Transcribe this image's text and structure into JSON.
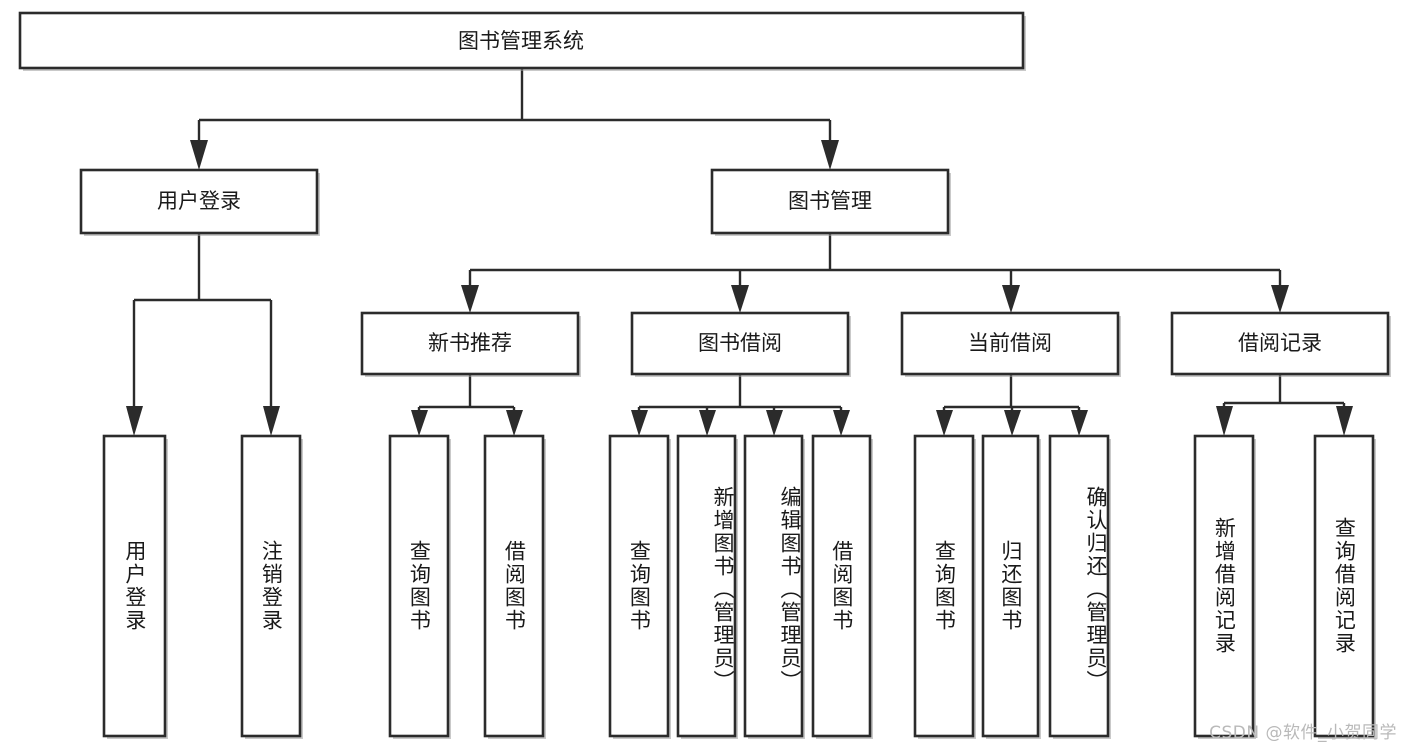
{
  "diagram": {
    "type": "tree-hierarchy",
    "title": "图书管理系统",
    "watermark": "CSDN @软件_小贺同学",
    "colors": {
      "box_stroke": "#2b2b2b",
      "box_fill": "#ffffff",
      "text": "#1a1a1a",
      "watermark": "#b9b9b9",
      "background": "#ffffff"
    },
    "root": {
      "id": "root",
      "label": "图书管理系统"
    },
    "level2": [
      {
        "id": "user-login",
        "label": "用户登录"
      },
      {
        "id": "book-management",
        "label": "图书管理"
      }
    ],
    "level3": [
      {
        "id": "new-book-recommend",
        "label": "新书推荐",
        "parent": "book-management"
      },
      {
        "id": "book-borrow",
        "label": "图书借阅",
        "parent": "book-management"
      },
      {
        "id": "current-borrow",
        "label": "当前借阅",
        "parent": "book-management"
      },
      {
        "id": "borrow-record",
        "label": "借阅记录",
        "parent": "book-management"
      }
    ],
    "leaves": [
      {
        "id": "leaf-user-login",
        "label": "用户登录",
        "parent": "user-login"
      },
      {
        "id": "leaf-logout-login",
        "label": "注销登录",
        "parent": "user-login"
      },
      {
        "id": "leaf-query-book-1",
        "label": "查询图书",
        "parent": "new-book-recommend"
      },
      {
        "id": "leaf-borrow-book-1",
        "label": "借阅图书",
        "parent": "new-book-recommend"
      },
      {
        "id": "leaf-query-book-2",
        "label": "查询图书",
        "parent": "book-borrow"
      },
      {
        "id": "leaf-add-book",
        "label": "新增图书（管理员）",
        "parent": "book-borrow"
      },
      {
        "id": "leaf-edit-book",
        "label": "编辑图书（管理员）",
        "parent": "book-borrow"
      },
      {
        "id": "leaf-borrow-book-2",
        "label": "借阅图书",
        "parent": "book-borrow"
      },
      {
        "id": "leaf-query-book-3",
        "label": "查询图书",
        "parent": "current-borrow"
      },
      {
        "id": "leaf-return-book",
        "label": "归还图书",
        "parent": "current-borrow"
      },
      {
        "id": "leaf-confirm-return",
        "label": "确认归还（管理员）",
        "parent": "current-borrow"
      },
      {
        "id": "leaf-add-record",
        "label": "新增借阅记录",
        "parent": "borrow-record"
      },
      {
        "id": "leaf-query-record",
        "label": "查询借阅记录",
        "parent": "borrow-record"
      }
    ]
  }
}
